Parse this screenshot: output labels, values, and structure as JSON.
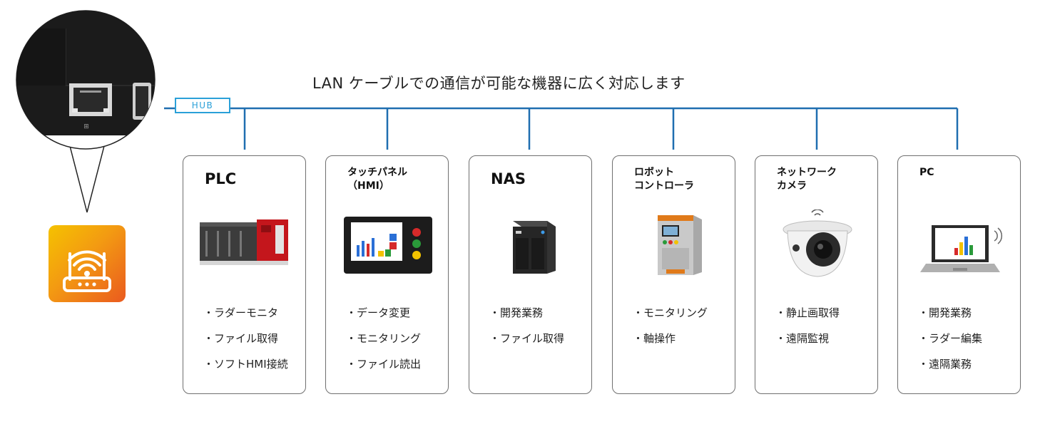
{
  "headline": "LAN ケーブルでの通信が可能な機器に広く対応します",
  "hub_label": "HUB",
  "colors": {
    "line": "#1f6eb0",
    "hub": "#2aa0d8",
    "router_gradient": [
      "#f5c200",
      "#ea5a1f"
    ]
  },
  "router_icon": "wifi-router-icon",
  "devices": [
    {
      "title": "PLC",
      "icon": "plc-icon",
      "features": [
        "・ラダーモニタ",
        "・ファイル取得",
        "・ソフトHMI接続"
      ]
    },
    {
      "title": "タッチパネル\n（HMI）",
      "icon": "touch-panel-icon",
      "features": [
        "・データ変更",
        "・モニタリング",
        "・ファイル読出"
      ]
    },
    {
      "title": "NAS",
      "icon": "nas-icon",
      "features": [
        "・開発業務",
        "・ファイル取得"
      ]
    },
    {
      "title": "ロボット\nコントローラ",
      "icon": "robot-controller-icon",
      "features": [
        "・モニタリング",
        "・軸操作"
      ]
    },
    {
      "title": "ネットワーク\nカメラ",
      "icon": "network-camera-icon",
      "features": [
        "・静止画取得",
        "・遠隔監視"
      ]
    },
    {
      "title": "PC",
      "icon": "laptop-icon",
      "features": [
        "・開発業務",
        "・ラダー編集",
        "・遠隔業務"
      ]
    }
  ]
}
